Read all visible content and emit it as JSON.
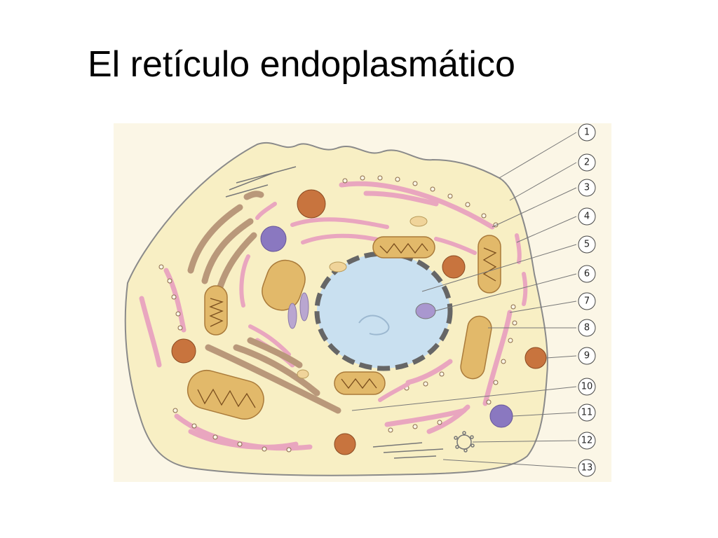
{
  "slide": {
    "title": "El retículo endoplasmático"
  },
  "diagram": {
    "callouts": [
      "1",
      "2",
      "3",
      "4",
      "5",
      "6",
      "7",
      "8",
      "9",
      "10",
      "11",
      "12",
      "13"
    ],
    "colors": {
      "background": "#fbf6e6",
      "cytoplasm": "#f8efc4",
      "membrane": "#8a8a8a",
      "rough_er": "#e9a6bf",
      "mitochondria": "#e2b96a",
      "nucleus": "#c9e0f0",
      "nuclear_envelope": "#666666",
      "nucleolus": "#a997cf",
      "lysosome": "#c8743e",
      "vacuole": "#8a78c0",
      "golgi": "#b9987a",
      "leader_line": "#777777"
    }
  }
}
